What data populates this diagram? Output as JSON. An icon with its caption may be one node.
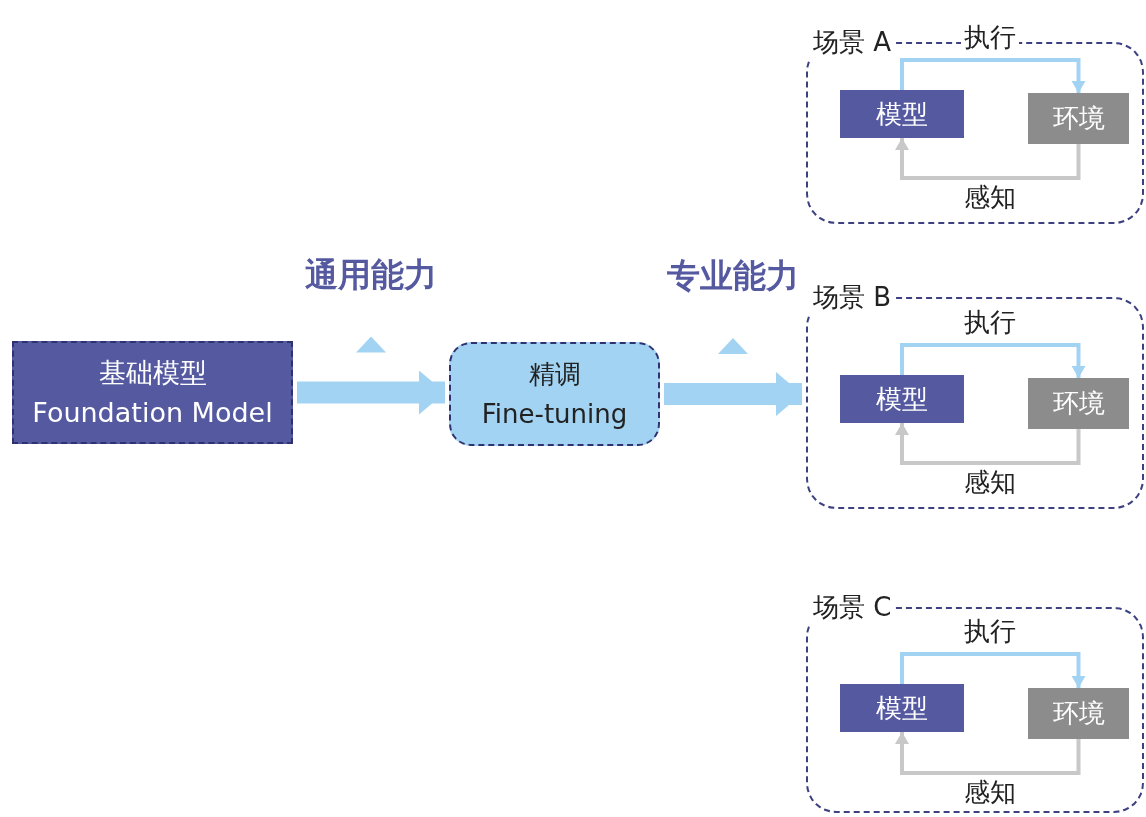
{
  "diagram": {
    "nodes": [
      {
        "text": [
          "基础模型",
          "Foundation Model"
        ]
      },
      {
        "text": [
          "精调",
          "Fine-tuning"
        ]
      },
      {
        "text": [
          "场景 A"
        ]
      },
      {
        "text": [
          "模型"
        ],
        "in": 2
      },
      {
        "text": [
          "环境"
        ],
        "in": 2
      },
      {
        "text": [
          "场景 B"
        ]
      },
      {
        "text": [
          "模型"
        ],
        "in": 5
      },
      {
        "text": [
          "环境"
        ],
        "in": 5
      },
      {
        "text": [
          "场景 C"
        ]
      },
      {
        "text": [
          "模型"
        ],
        "in": 8
      },
      {
        "text": [
          "环境"
        ],
        "in": 8
      }
    ],
    "edges": [
      {
        "from": 0,
        "to": 1,
        "arrow": "to",
        "label": "通用能力",
        "style": "thick"
      },
      {
        "from": 1,
        "to": 5,
        "arrow": "to",
        "label": "专业能力",
        "style": "thick"
      },
      {
        "from": 3,
        "to": 4,
        "arrow": "to",
        "label": "执行"
      },
      {
        "from": 4,
        "to": 3,
        "arrow": "to",
        "label": "感知",
        "color": "#c8c8c8"
      },
      {
        "from": 6,
        "to": 7,
        "arrow": "to",
        "label": "执行"
      },
      {
        "from": 7,
        "to": 6,
        "arrow": "to",
        "label": "感知",
        "color": "#c8c8c8"
      },
      {
        "from": 9,
        "to": 10,
        "arrow": "to",
        "label": "执行"
      },
      {
        "from": 10,
        "to": 9,
        "arrow": "to",
        "label": "感知",
        "color": "#c8c8c8"
      }
    ]
  }
}
